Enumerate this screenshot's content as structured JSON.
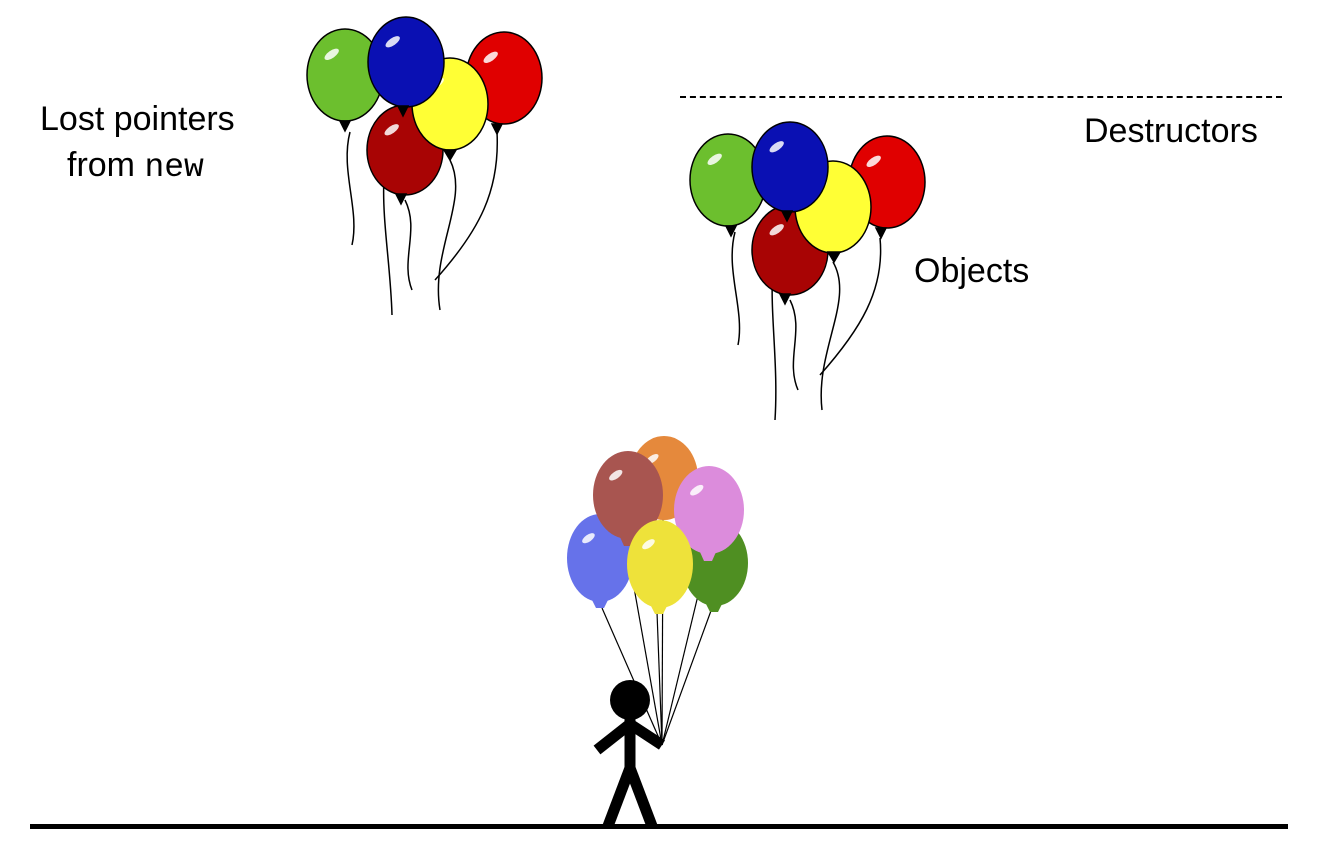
{
  "labels": {
    "lost_line1": "Lost pointers",
    "lost_line2_prefix": "from ",
    "lost_line2_code": "new",
    "destructors": "Destructors",
    "objects": "Objects"
  },
  "colors": {
    "green": "#6cbf2e",
    "blue": "#0a10b3",
    "yellow": "#ffff35",
    "red": "#e00000",
    "darkred": "#a80404",
    "orange": "#e5893c",
    "brown": "#a85550",
    "pink": "#dc8cdc",
    "periwinkle": "#6672ea",
    "mustard": "#eee23a",
    "olive": "#4f8f22"
  },
  "icons": {
    "balloon": "balloon-icon",
    "person": "stick-figure-icon"
  }
}
